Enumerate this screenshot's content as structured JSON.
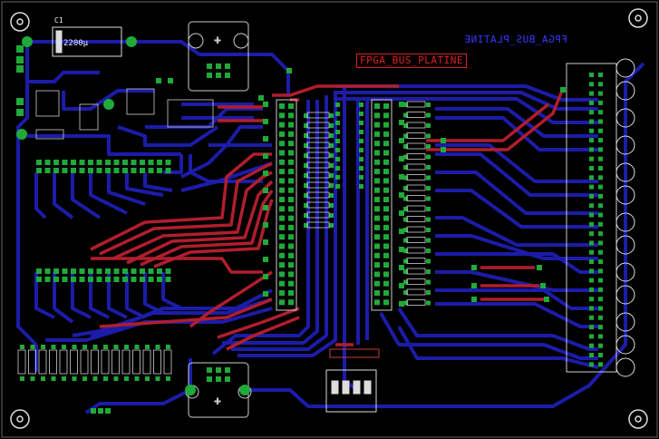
{
  "board": {
    "title": "FPGA_BUS_PLATINE",
    "mirrored_label": "FPGA_BUS_PLATINE",
    "capacitor_name": "C1",
    "capacitor_value": "2200µ",
    "colors": {
      "background": "#000000",
      "bottom_trace": "#1c1ca8",
      "top_trace": "#b01e2e",
      "pad": "#1faa3a",
      "silkscreen": "#d8d8d8",
      "label_red": "#e02020"
    }
  }
}
